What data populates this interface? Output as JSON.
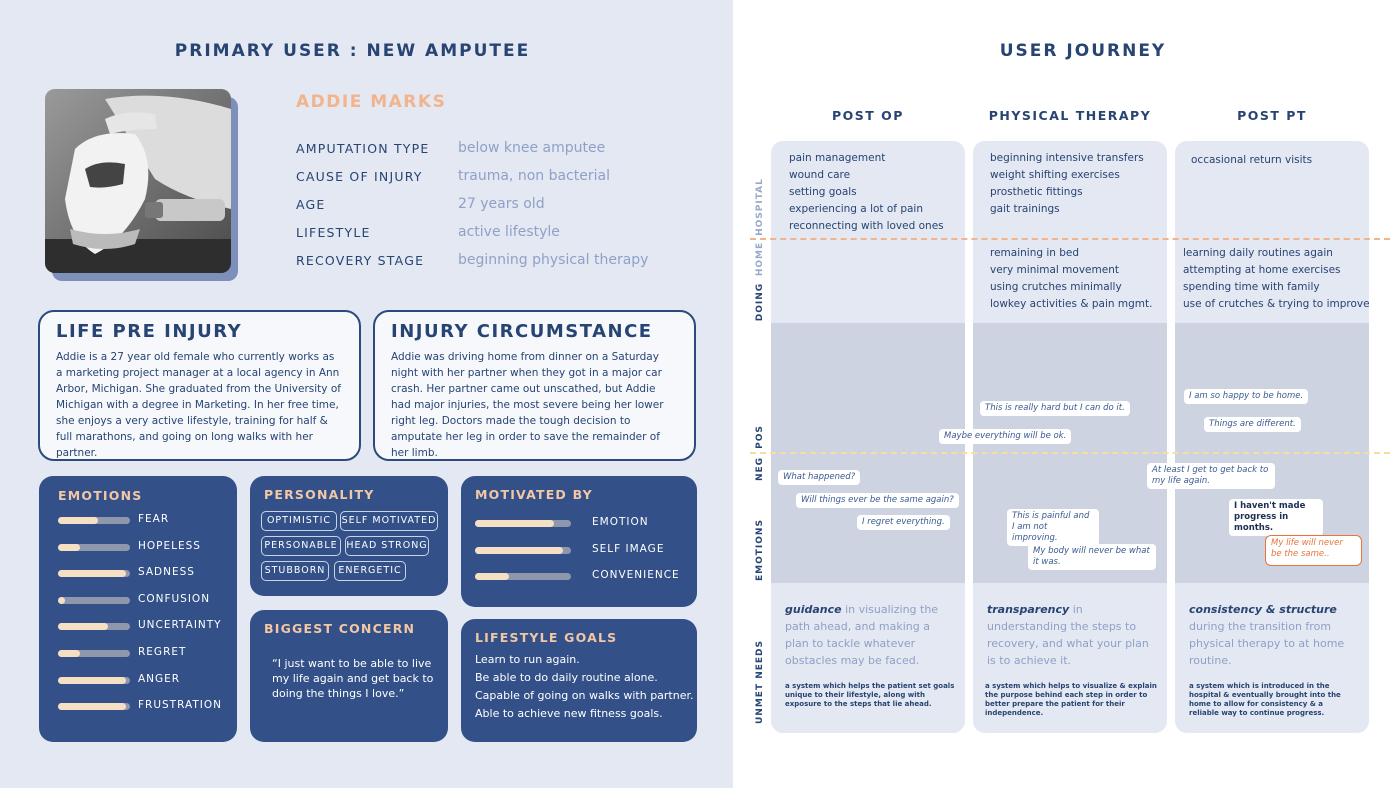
{
  "persona": {
    "title": "PRIMARY USER : NEW AMPUTEE",
    "name": "ADDIE MARKS",
    "attributes": [
      {
        "label": "AMPUTATION TYPE",
        "value": "below knee amputee"
      },
      {
        "label": "CAUSE OF INJURY",
        "value": "trauma, non bacterial"
      },
      {
        "label": "AGE",
        "value": "27 years old"
      },
      {
        "label": "LIFESTYLE",
        "value": "active lifestyle"
      },
      {
        "label": "RECOVERY STAGE",
        "value": "beginning physical therapy"
      }
    ]
  },
  "life_pre_injury": {
    "title": "LIFE PRE INJURY",
    "text": "Addie is a 27 year old female who currently works as a marketing project manager at a local agency in Ann Arbor, Michigan. She graduated from the University of Michigan with a degree in Marketing. In her free time, she enjoys a very active lifestyle, training for half & full marathons, and going on long walks with her partner."
  },
  "injury_circumstance": {
    "title": "INJURY CIRCUMSTANCE",
    "text": "Addie was driving home from dinner on a Saturday night with her partner when they got in a major car crash. Her partner came out unscathed, but Addie had major injuries, the most severe being her lower right leg. Doctors made the tough decision to amputate her leg in order to save the remainder of her limb."
  },
  "emotions": {
    "title": "EMOTIONS",
    "items": [
      {
        "label": "FEAR",
        "level": 0.55
      },
      {
        "label": "HOPELESS",
        "level": 0.3
      },
      {
        "label": "SADNESS",
        "level": 0.95
      },
      {
        "label": "CONFUSION",
        "level": 0.08
      },
      {
        "label": "UNCERTAINTY",
        "level": 0.7
      },
      {
        "label": "REGRET",
        "level": 0.3
      },
      {
        "label": "ANGER",
        "level": 0.95
      },
      {
        "label": "FRUSTRATION",
        "level": 0.95
      }
    ]
  },
  "personality": {
    "title": "PERSONALITY",
    "chips": [
      "OPTIMISTIC",
      "SELF MOTIVATED",
      "PERSONABLE",
      "HEAD STRONG",
      "STUBBORN",
      "ENERGETIC"
    ]
  },
  "motivated_by": {
    "title": "MOTIVATED BY",
    "items": [
      {
        "label": "EMOTION",
        "level": 0.82
      },
      {
        "label": "SELF IMAGE",
        "level": 0.92
      },
      {
        "label": "CONVENIENCE",
        "level": 0.35
      }
    ]
  },
  "biggest_concern": {
    "title": "BIGGEST CONCERN",
    "text": "“I just want to be able to live my life again and get back to doing the things I love.”"
  },
  "lifestyle_goals": {
    "title": "LIFESTYLE GOALS",
    "items": [
      "Learn to run again.",
      "Be able to do daily routine alone.",
      "Capable of going on walks with partner.",
      "Able to achieve new fitness goals."
    ]
  },
  "journey": {
    "title": "USER JOURNEY",
    "row_labels": {
      "hospital": "HOSPITAL",
      "home": "HOME",
      "doing": "DOING",
      "pos": "POS",
      "neg": "NEG",
      "emotions": "EMOTIONS",
      "unmet_needs": "UNMET NEEDS"
    },
    "phases": [
      {
        "name": "POST OP",
        "hospital": [
          "pain management",
          "wound care",
          "setting goals",
          "experiencing a lot of pain",
          "reconnecting with loved ones"
        ],
        "home": [],
        "bubbles": [
          "What happened?",
          "Will things ever be the same again?",
          "I regret everything."
        ],
        "need_keyword": "guidance",
        "need_rest": " in visualizing the path ahead, and making a plan to tackle whatever obstacles may be faced.",
        "need_detail": "a system which helps the patient set goals unique to their lifestyle, along with exposure to the steps that lie ahead."
      },
      {
        "name": "PHYSICAL THERAPY",
        "hospital": [
          "beginning intensive transfers",
          "weight shifting exercises",
          "prosthetic fittings",
          "gait trainings"
        ],
        "home": [
          "remaining in bed",
          "very minimal movement",
          "using crutches minimally",
          "lowkey activities & pain mgmt."
        ],
        "bubbles": [
          "This is really hard but I can do it.",
          "Maybe everything will be ok.",
          "This is painful and I am not improving.",
          "My body will never be what it was."
        ],
        "need_keyword": "transparency",
        "need_rest": " in understanding the steps to recovery, and what your plan is to achieve it.",
        "need_detail": "a system which helps to visualize & explain the purpose behind each step in order to better prepare the patient for their independence."
      },
      {
        "name": "POST PT",
        "hospital": [
          "occasional return visits"
        ],
        "home": [
          "learning daily routines again",
          "attempting at home exercises",
          "spending time with family",
          "use of crutches & trying to improve"
        ],
        "bubbles": [
          "I am so happy to be home.",
          "Things are different.",
          "At least I get to get back to my life again.",
          "I haven't made progress in months.",
          "My life will never be the same.."
        ],
        "need_keyword": "consistency & structure",
        "need_rest": " during the transition from physical therapy to at home routine.",
        "need_detail": "a system which is introduced in the hospital & eventually brought into the home to allow for consistency & a reliable way to continue progress."
      }
    ]
  },
  "colors": {
    "navy": "#274472",
    "card": "#335188",
    "peach": "#f2b48c",
    "alert": "#e8743c"
  }
}
